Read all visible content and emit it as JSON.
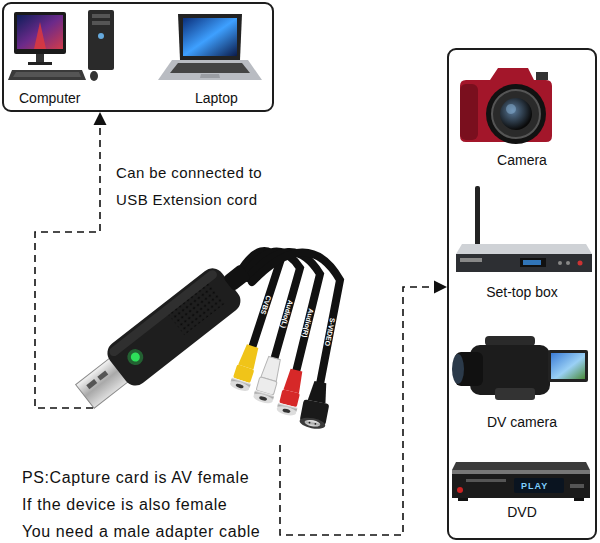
{
  "diagram": {
    "nodes": [
      {
        "text": [
          "Computer",
          "Laptop"
        ]
      },
      {
        "text": [
          "CVBS",
          "Audio(L)",
          "Audio(R)",
          "S-VIDEO"
        ]
      },
      {
        "text": [
          "Camera",
          "Set-top box",
          "DV camera",
          "DVD"
        ]
      }
    ],
    "edges": [
      {
        "from": 1,
        "to": 0,
        "arrow": "to",
        "label": "Can be connected to USB Extension cord"
      },
      {
        "from": 1,
        "to": 2,
        "arrow": "to"
      }
    ],
    "labels": [
      "PS:Capture card is AV female",
      "If the device is also female",
      "You need a male adapter cable",
      "PLAY"
    ]
  }
}
